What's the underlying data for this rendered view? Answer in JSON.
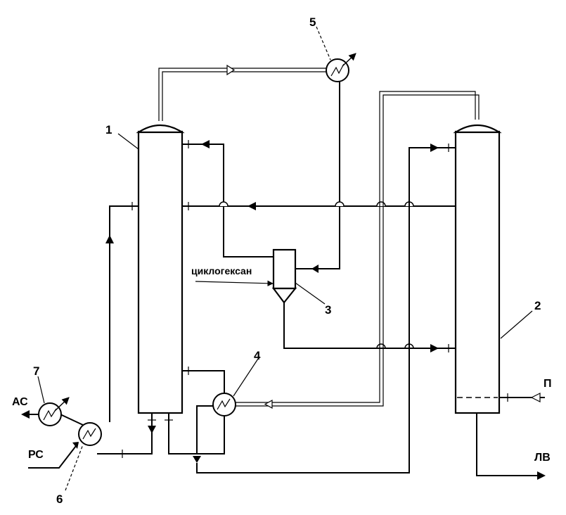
{
  "labels": {
    "column1": "1",
    "column2": "2",
    "separator3": "3",
    "exchanger4": "4",
    "condenser5": "5",
    "heater6": "6",
    "cooler7": "7"
  },
  "streams": {
    "cyclohexane": "циклогексан",
    "ac": "АС",
    "pc": "РС",
    "steam": "П",
    "lv": "ЛВ"
  },
  "colors": {
    "line": "#000000",
    "background": "#ffffff"
  }
}
